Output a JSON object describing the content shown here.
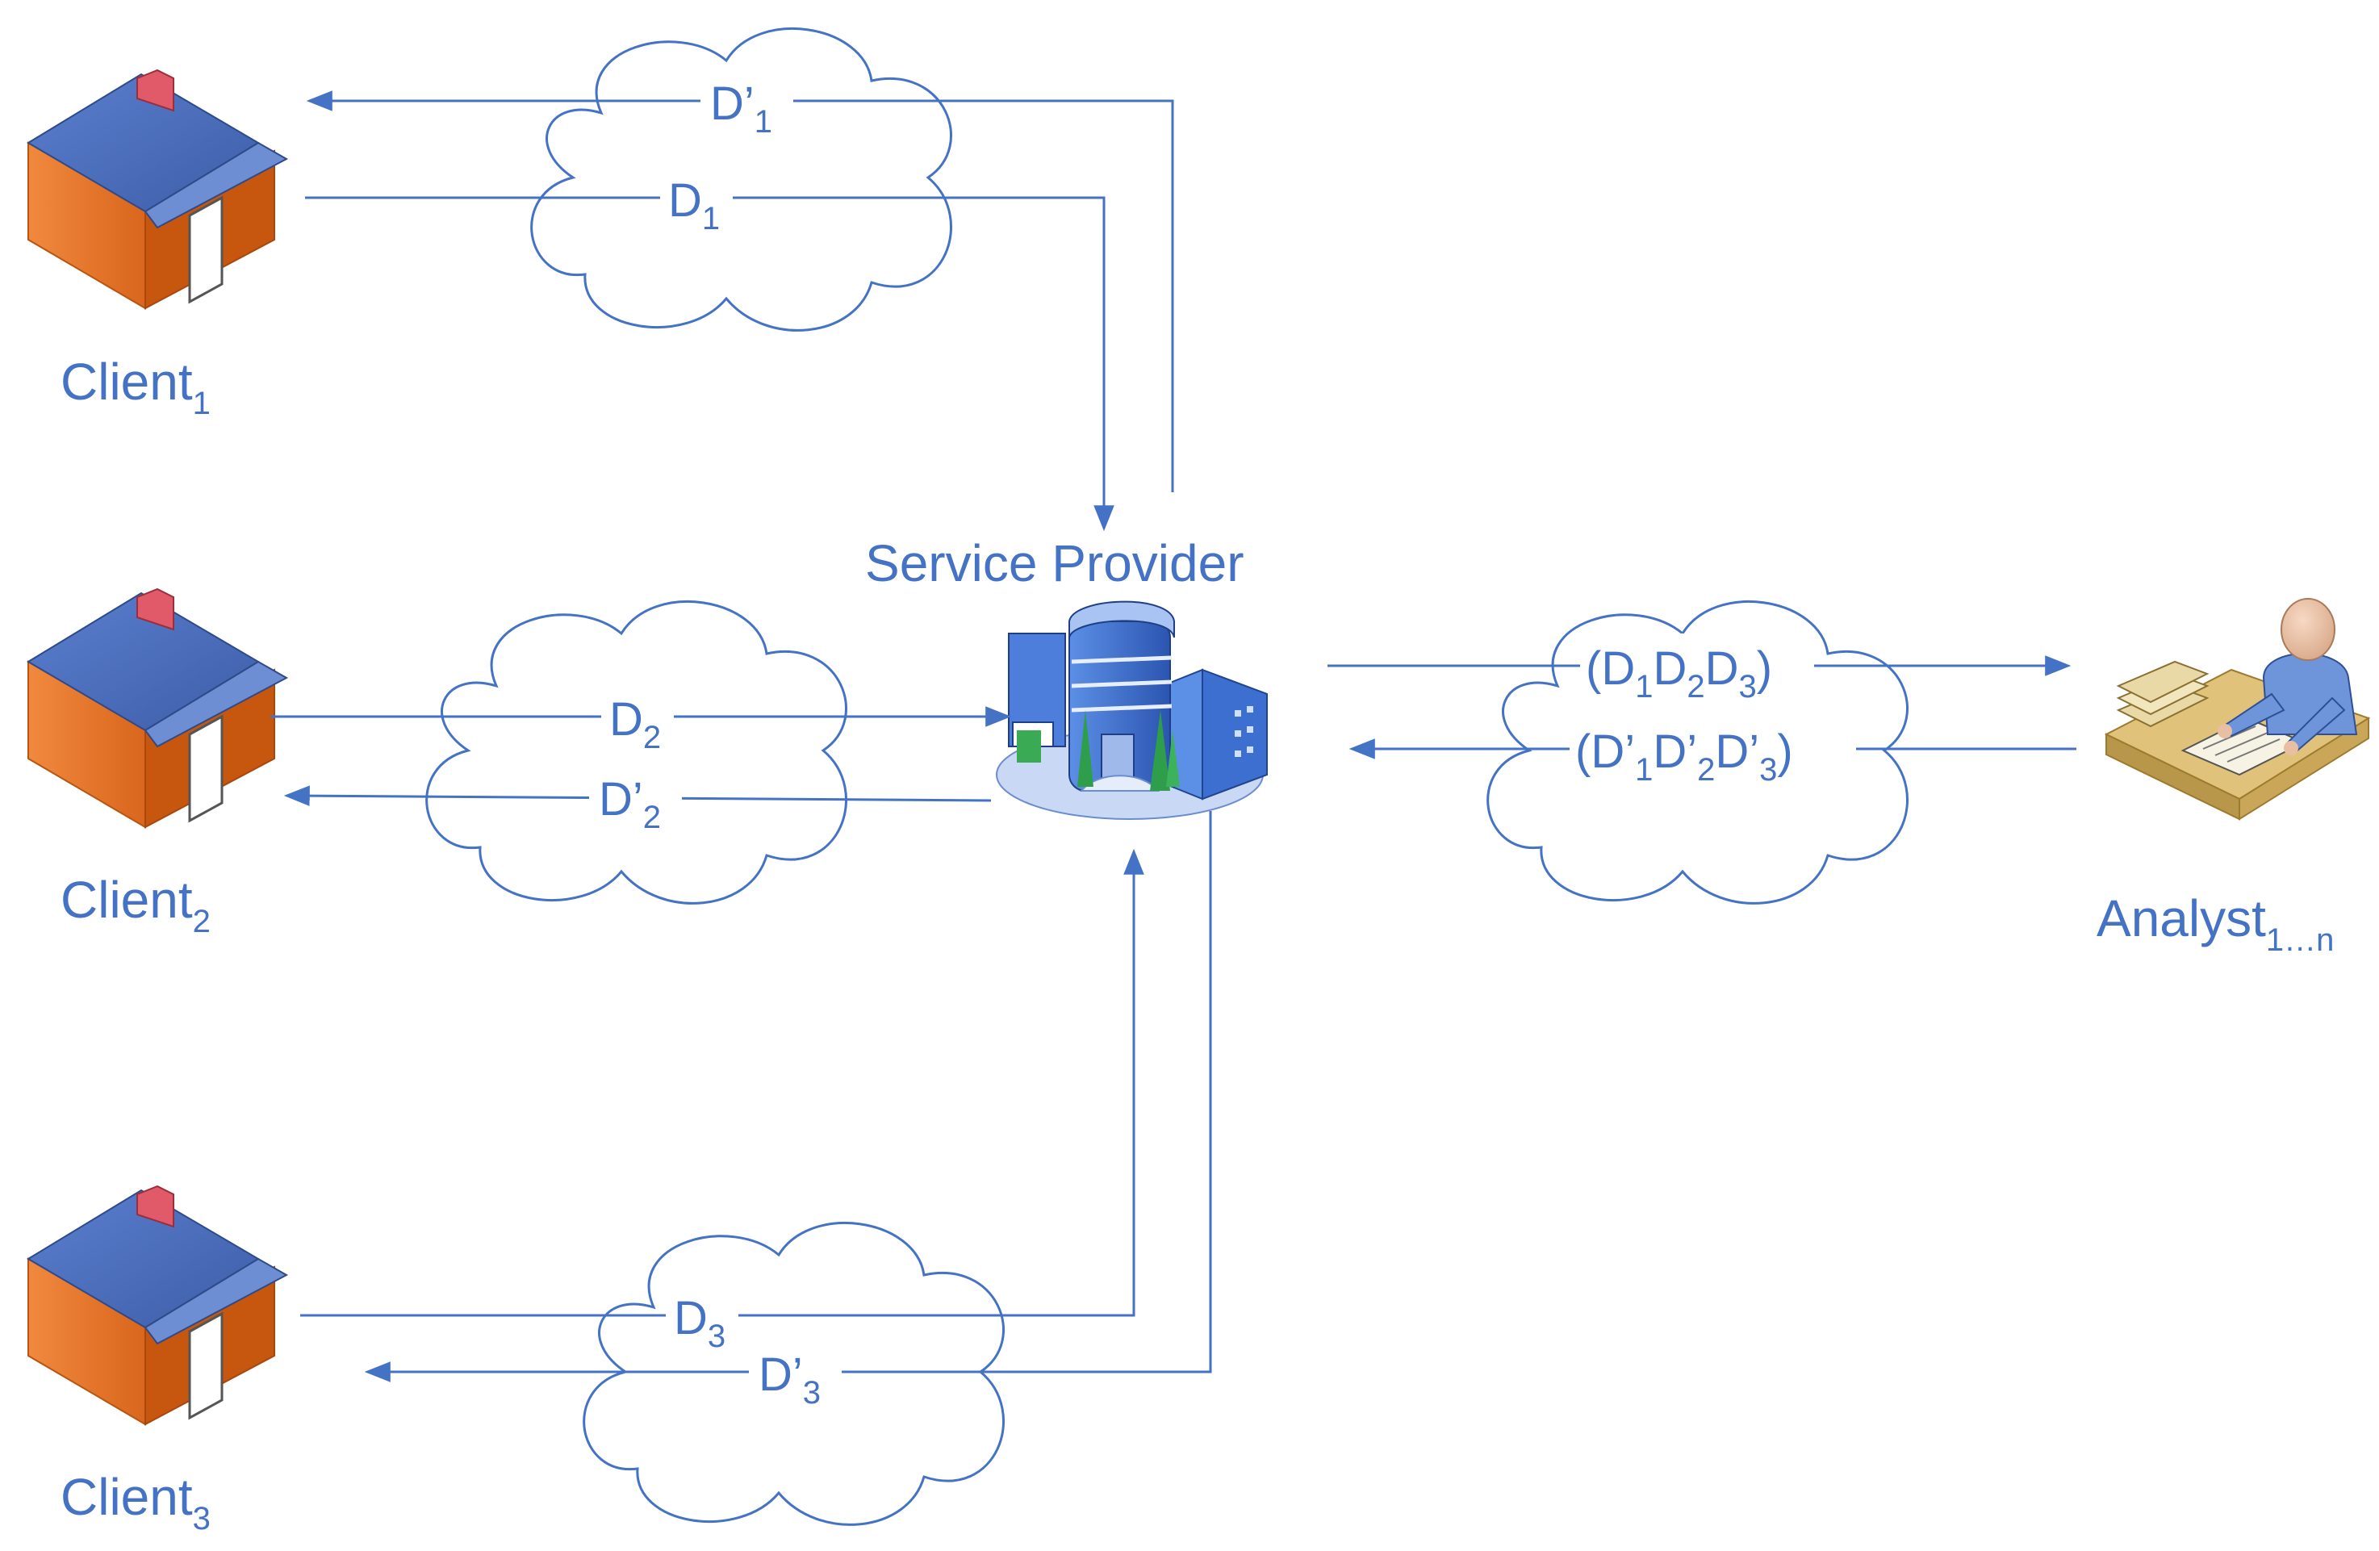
{
  "colors": {
    "accent": "#4472C4",
    "cloud_stroke": "#4472C4",
    "house_wall": "#E8752A",
    "house_wall_dark": "#C55A11",
    "house_roof": "#4F6FB8",
    "chimney": "#E05A6A",
    "building": "#3D6FD1",
    "analyst_desk": "#D9B96A"
  },
  "nodes": {
    "client1": {
      "label": "Client",
      "sub": "1",
      "icon": "house-icon"
    },
    "client2": {
      "label": "Client",
      "sub": "2",
      "icon": "house-icon"
    },
    "client3": {
      "label": "Client",
      "sub": "3",
      "icon": "house-icon"
    },
    "provider": {
      "label": "Service Provider",
      "icon": "office-building-icon"
    },
    "analyst": {
      "label": "Analyst",
      "sub": "1…n",
      "icon": "analyst-desk-icon"
    }
  },
  "edges": {
    "d1_return": {
      "base": "D’",
      "sub": "1"
    },
    "d1": {
      "base": "D",
      "sub": "1"
    },
    "d2": {
      "base": "D",
      "sub": "2"
    },
    "d2_return": {
      "base": "D’",
      "sub": "2"
    },
    "d3": {
      "base": "D",
      "sub": "3"
    },
    "d3_return": {
      "base": "D’",
      "sub": "3"
    },
    "agg": {
      "open": "(",
      "p1": "D",
      "s1": "1",
      "p2": "D",
      "s2": "2",
      "p3": "D",
      "s3": "3",
      "close": ")"
    },
    "agg_return": {
      "open": "(",
      "p1": "D’",
      "s1": "1",
      "p2": "D’",
      "s2": "2",
      "p3": "D’",
      "s3": "3",
      "close": ")"
    }
  }
}
